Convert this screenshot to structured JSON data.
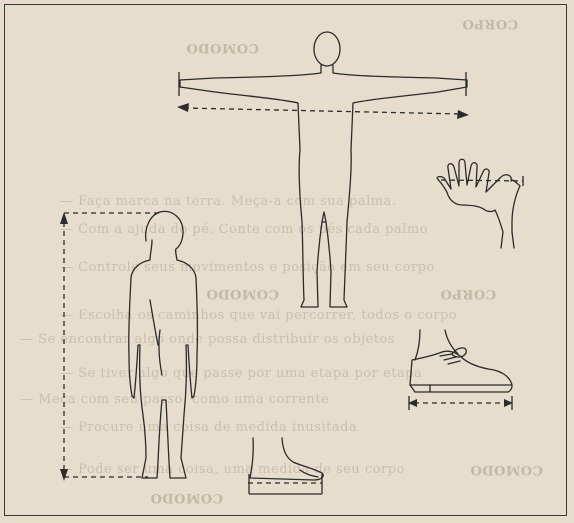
{
  "bleed_through": {
    "lines": [
      "— Faça marca na terra. Meça-a com sua palma.",
      "— Com a ajuda do pé. Conte com os pés cada palmo",
      "— Controle seus movimentos e posição em seu corpo",
      "— Escolha os caminhos que vai percorrer, todos o corpo",
      "— Se encontrar algo onde possa distribuir os objetos",
      "— Se tiver algo que passe por uma etapa por etapa",
      "— Meça com seu passo, como uma corrente",
      "— Procure uma coisa de medida inusitada",
      "— Pode ser uma coisa, uma medida de seu corpo"
    ],
    "mirrored_labels": [
      "COMODO",
      "COMODO",
      "CORPO",
      "CORPO",
      "COMODO",
      "COMODO"
    ]
  },
  "figures": [
    {
      "name": "arm-span-figure",
      "measure": "arm span"
    },
    {
      "name": "hand-span-figure",
      "measure": "hand span"
    },
    {
      "name": "height-figure",
      "measure": "body height"
    },
    {
      "name": "shoe-length-figure",
      "measure": "shoe length"
    },
    {
      "name": "foot-length-figure",
      "measure": "foot length"
    }
  ]
}
